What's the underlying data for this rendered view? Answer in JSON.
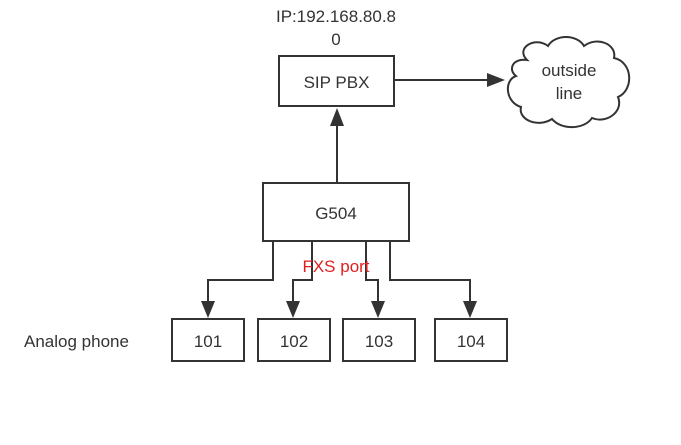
{
  "ip_label": {
    "line1": "IP:192.168.80.8",
    "line2": "0"
  },
  "pbx": {
    "label": "SIP PBX"
  },
  "cloud": {
    "line1": "outside",
    "line2": "line"
  },
  "gateway": {
    "label": "G504"
  },
  "fxs": {
    "label": "FXS port",
    "color": "#e02020"
  },
  "analog": {
    "label": "Analog phone"
  },
  "phones": [
    {
      "label": "101"
    },
    {
      "label": "102"
    },
    {
      "label": "103"
    },
    {
      "label": "104"
    }
  ],
  "colors": {
    "stroke": "#333333",
    "text": "#333333",
    "background": "#ffffff"
  }
}
